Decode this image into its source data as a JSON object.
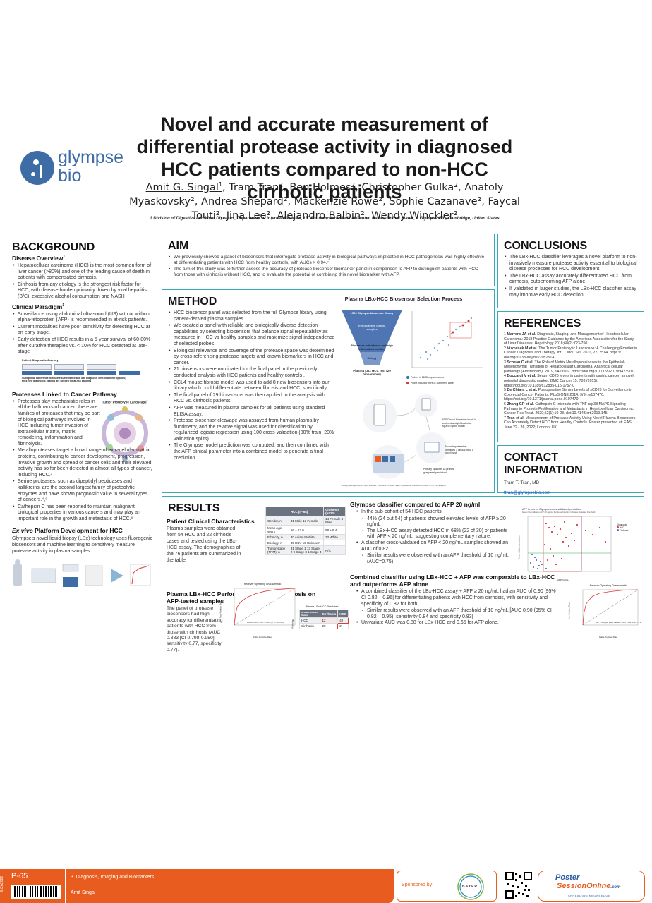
{
  "header": {
    "title": "Novel and accurate measurement of differential protease activity in diagnosed HCC patients compared to non-HCC cirrhotic patients",
    "authors_first": "Amit G. Singal",
    "authors_first_sup": "1",
    "authors_rest": ", Tram Tran², Ben Holmes², Christopher Gulka², Anatoly Myaskovsky², Andrea Shepard², Mackenzie Rowe², Sophie Cazanave², Faycal Touti², Jina Lee², Alejandro Balbin², Wendy Winckler²",
    "affiliation": "1 Division of Digestive and Liver Diseases, Department of Internal Medicine, UT Southwestern Medical Center, Dallas, United States, 2 Glympse Bio, Cambridge, United States",
    "logo_line1": "glympse",
    "logo_line2": "bio"
  },
  "background": {
    "heading": "BACKGROUND",
    "disease_overview": "Disease Overview",
    "disease_sup": "1",
    "disease_items": [
      "Hepatocellular carcinoma (HCC) is the most common form of liver cancer (>80%) and one of the leading cause of death in patients with compensated cirrhosis.",
      "Cirrhosis from any etiology is the strongest risk factor for HCC, with disease burden primarily driven by viral hepatitis (B/C), excessive alcohol consumption and NASH"
    ],
    "clinical": "Clinical Paradigm",
    "clinical_sup": "1",
    "clinical_items": [
      "Surveillance using abdominal ultrasound (US) with or without alpha-fetoprotein (AFP) is recommended in at-risk patients.",
      "Current modalities have poor sensitivity for detecting HCC at an early stage.",
      "Early detection of HCC results in a 5-year survival of 60-80% after curative therapies vs. < 10% for HCC detected at late-stage"
    ],
    "fig1_title": "Patient Diagnostic Journey",
    "fig1_caption": "Suboptimal adherence to routine surveillance and late diagnosis limit treatment options; thus new diagnostic options are needed for at-risk patients",
    "proteases": "Proteases Linked to Cancer Pathway",
    "fig2_title": "Tumor Proteolytic Landscape",
    "fig2_sup": "2",
    "protease_items": [
      "Proteases play mechanistic roles in all the hallmarks of cancer; there are families of proteases that may be part of biological pathways involved in HCC including tumor invasion of extracellular matrix, matrix remodeling, inflammation and fibrinolysis.",
      "Metalloproteases target a broad range of extracellular matrix proteins, contributing to cancer development, progression, invasive growth and spread of cancer cells and their elevated activity has so far been detected in almost all types of cancer, including HCC.³",
      "Serine proteases, such as dipeptidyl peptidases and kallikreins, are the second largest family of proteolytic enzymes and have shown prognostic value in several types of cancers.⁴,⁵",
      "Cathepsin C has been reported to maintain malignant biological properties in various cancers and may play an important role in the growth and metastasis of HCC.⁶"
    ],
    "exvivo_em": "Ex vivo",
    "exvivo_rest": " Platform Development for HCC",
    "exvivo_text": "Glympse's novel liquid biopsy (LBx) technology uses fluorogenic biosensors and machine learning to sensitively measure protease activity in plasma samples."
  },
  "aim": {
    "heading": "AIM",
    "items": [
      "We previously showed a panel of biosensors that interrogate protease activity in biological pathways implicated in HCC pathogenesis was highly effective at differentiating patients with HCC from healthy controls, with AUCs > 0.94.⁷",
      "The aim of this study was to further assess the accuracy of protease biosensor biomarker panel in comparison to AFP to distinguish patients with HCC from those with cirrhosis without HCC, and to evaluate the potential of combining this novel biomarker with AFP."
    ]
  },
  "method": {
    "heading": "METHOD",
    "items": [
      "HCC biosensor panel was selected from the full Glympse library using patient-derived plasma samples.",
      "We created a panel with reliable and biologically diverse detection capabilities by selecting biosensors that balance signal repeatability as measured in HCC vs healthy samples and maximize signal independence of selected probes.",
      "Biological relevance and coverage of the protease space was determined by cross-referencing protease targets and known biomarkers in HCC and cancer.",
      "21 biosensors were nominated for the final panel in the previously conducted analysis with HCC patients and healthy controls .",
      "CCL4 mouse fibrosis model was used to add 8 new biosensors into our library which could differentiate between fibrosis and HCC, specifically.",
      "The final panel of 29 biosensors was then applied to the analysis with HCC vs. cirrhosis patients.",
      "AFP was measured in plasma samples for all patients using standard ELISA assay.",
      "Protease biosensor cleavage was assayed from human plasma by fluorimetry, and the relative signal was used for classification by regularized logistic regression using 100 cross-validation (80% train, 20% validation splits).",
      "The Glympse model prediction was computed, and then combined with the AFP clinical parameter into a combined model to generate a final prediction."
    ],
    "fig_title": "Plasma LBx-HCC Biosensor Selection Process",
    "funnel_top": ">500 Glympse biosensor library",
    "funnel_mid": "Retrospective plasma samples",
    "funnel_low": "Biosensor robustness and high information content",
    "funnel_bio": "Biology",
    "funnel_out": "Plasma LBx HCC test (29 biosensors)",
    "legend_1": "Probes in 18 Glympse models",
    "legend_2": "Probe included in HCC confirmed panel",
    "step_afp": "AFP Clinical biomarker levels is analyzed and yields clinical input to hybrid model",
    "step_secondary": "Secondary classifier combines 1 clinical input 1 panel input",
    "step_primary": "Primary classifier 18 probes give panel prediction*",
    "footnote": "* Among the 29 probes, 18 were selected; the others exhibited higher repeatability and were not used in the final analysis"
  },
  "conclusions": {
    "heading": "CONCLUSIONS",
    "items": [
      "The LBx-HCC classifier leverages a novel platform to non-invasively measure protease activity essential to biological disease processes for HCC development.",
      "The LBx-HCC assay accurately differentiated HCC from cirrhosis, outperforming AFP alone.",
      "If validated in larger studies, the LBx-HCC classifier assay may improve early HCC detection."
    ]
  },
  "references": {
    "heading": "REFERENCES",
    "items": [
      {
        "num": "1",
        "author": "Marrero JA et al.",
        "text": " Diagnosis, Staging, and Management of Hepatocellular Carcinoma: 2018 Practice Guidance by the American Association for the Study of Liver Diseases. Hepatology 2018;68(2):723-750."
      },
      {
        "num": "2",
        "author": "Vizovisek M et al.",
        "text": " The Tumor Proteolytic Landscape: A Challenging Frontier in Cancer Diagnosis and Therapy. Int. J. Mol. Sci. 2021, 22, 2514. https:// doi.org/10.3390/ijms22052514"
      },
      {
        "num": "3",
        "author": "Scheau C et al.",
        "text": " The Role of Matrix Metalloproteinases in the Epithelial-Mesenchymal Transition of Hepatocellular Carcinoma. Analytical cellular pathology (Amsterdam), 2019, 9423907. https://doi.org/10.1155/2019/9423907"
      },
      {
        "num": "4",
        "author": "Boccardi V et al.",
        "text": " Serum CD26 levels in patients with gastric cancer: a novel potential diagnostic marker. BMC Cancer 15, 703 (2015). https://doi.org/10.1186/s12885-015-1757-0"
      },
      {
        "num": "5",
        "author": "De Chiara L et al.",
        "text": " Postoperative Serum Levels of sCD26 for Surveillance in Colorectal Cancer Patients. PLoS ONE 2014, 9(9): e107470. https://doi.org/10.1371/journal.pone.0107470"
      },
      {
        "num": "6",
        "author": "Zhang GP et al.",
        "text": " Cathepsin C Interacts with TNF-α/p38 MAPK Signaling Pathway to Promote Proliferation and Metastasis in Hepatocellular Carcinoma. Cancer Res Treat. 2020;52(1):10-23. doi:10.4143/crt.2019.145"
      },
      {
        "num": "7",
        "author": "Tran et al.",
        "text": " Measurement of Protease Activity Using Novel Plasma Biosensors Can Accurately Detect HCC from Healthy Controls. Poster presented at: EASL; June 22 - 26, 2022; London, UK"
      }
    ]
  },
  "contact": {
    "heading": "CONTACT INFORMATION",
    "name": "Tram T. Tran, MD",
    "email": "ttran@glympsebio.com"
  },
  "results": {
    "heading": "RESULTS",
    "patient_title": "Patient Clinical Characteristics",
    "patient_text": "Plasma samples were obtained from 54 HCC and 22 cirrhosis cases and tested using the LBx-HCC assay. The demographics of the 76 patients are summarized in the table:",
    "table_headers": [
      "",
      "HCC (n=54)",
      "Cirrhosis (n=22)"
    ],
    "table_rows": [
      [
        "Gender, n",
        "41 Male 13 Female",
        "14 Female 8 Male"
      ],
      [
        "Mean Age, years",
        "66 ± 13.0",
        "58 ± 9.4"
      ],
      [
        "Ethnicity, n",
        "40 Asian 4 White",
        "22 White"
      ],
      [
        "Etiology, n",
        "35 HBV 19 Unknown",
        "-"
      ],
      [
        "Tumor stage (TNM), n",
        "31 Stage 1 13 Stage 2 9 Stage 3 1 Stage 4",
        "N/A"
      ]
    ],
    "perf_title": "Plasma LBx-HCC Performance HCC vs. Cirrhosis on AFP-tested samples",
    "perf_text": "The panel of protease biosensors had high accuracy for differentiating patients with HCC from those with cirrhosis (AUC 0.883 [CI 0.798-0.950], sensitivity 0.77, specificity 0.77).",
    "roc1_title": "Receiver Operating Characteristic",
    "roc1_legend": "LBx-HCC ROC AUC = 0.883 (CI 0.798-0.950)",
    "roc1_xlabel": "False Positive Rate",
    "roc1_ylabel": "True Positive Rate",
    "cm_title": "Plasma LBx-HCC Predicted",
    "cm_headers": [
      "Actual Predicted Status",
      "Cirrhosis",
      "HCC"
    ],
    "cm_rows": [
      [
        "HCC",
        "12",
        "42"
      ],
      [
        "Cirrhosis",
        "20",
        "2"
      ]
    ],
    "cm_ylabel": "Pathology",
    "afp_title": "Glympse classifier compared to AFP 20 ng/ml",
    "afp_items": [
      "In the sub-cohort of 54 HCC patients:"
    ],
    "afp_sub": [
      "44% (24 out 54) of patients showed elevated levels of AFP ≥ 20 ng/mL",
      "The LBx-HCC assay detected HCC in 68% (22 of 30) of patients with AFP < 20 ng/mL, suggesting complementary nature."
    ],
    "afp_items2": [
      "A classifier cross-validated on AFP < 20 ng/mL samples showed an AUC of 0.82"
    ],
    "afp_sub2": [
      "Similar results were observed with an AFP threshold of 10 ng/mL (AUC=0.75)"
    ],
    "scatter_title": "AFP levels vs Glympse cross-validated prediction",
    "scatter_sub": "Green line indicates AFP 20 ng/mL, Purple vertical line indicates classifier threshold",
    "scatter_xlabel": "AFP (ng/mL)",
    "scatter_ylabel": "Cross-validated prediction",
    "scatter_legend_title": "Diagnosis",
    "scatter_legend": [
      "HCC",
      "Cirrhosis"
    ],
    "combined_title": "Combined classifier using LBx-HCC + AFP was comparable to LBx-HCC and outperforms AFP alone",
    "combined_items": [
      "A combined classifier of the LBx-HCC assay + AFP ≥ 20 ng/mL had an AUC of 0.90 [95% CI 0.82 – 0.96] for differentiating patients with HCC from cirrhosis, with sensitivity and specificity of 0.82 for both."
    ],
    "combined_sub": [
      "Similar results were observed with an AFP threshold of 10 ng/mL [AUC 0.90 (95% CI 0.82 – 0.95); sensitivity 0.84 and specificity 0.83]"
    ],
    "combined_items2": [
      "Univariate AUC was 0.88 for LBx-HCC and 0.65 for AFP alone."
    ],
    "roc2_title": "Receiver Operating Characteristic",
    "roc2_legend": "AFP + Glympse panel classifier (AUC 0.898 (0.822 - 0.955))",
    "roc2_xlabel": "False Positive Rate",
    "roc2_ylabel": "True Positive Rate"
  },
  "footer": {
    "code": "P-65",
    "side_code": "ILCA2022",
    "category": "3. Diagnosis, Imaging and Biomarkers",
    "presenter": "Amit Singal",
    "sponsored": "Sponsored by:",
    "sponsor_name": "BAYER",
    "brand_line1": "Poster",
    "brand_line2": "SessionOnline",
    "brand_suffix": ".com",
    "brand_tag": "SPREADING KNOWLEDGE"
  },
  "colors": {
    "accent": "#3ba9b6",
    "orange": "#e85d1f",
    "logo_blue": "#3e6ca5",
    "roc_red": "#d93a3a"
  }
}
